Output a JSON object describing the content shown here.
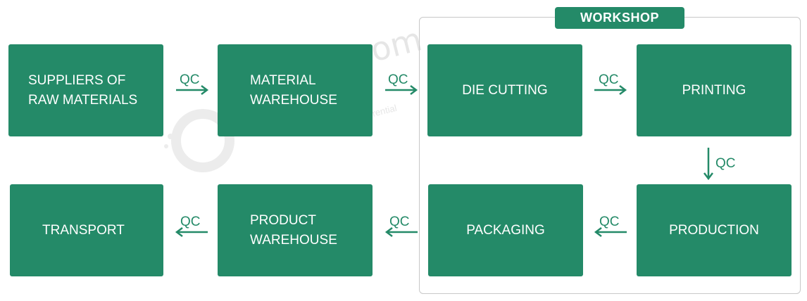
{
  "workshop": {
    "label": "WORKSHOP"
  },
  "steps": {
    "suppliers": [
      "SUPPLIERS OF",
      "RAW MATERIALS"
    ],
    "material_warehouse": [
      "MATERIAL",
      "WAREHOUSE"
    ],
    "die_cutting": "DIE CUTTING",
    "printing": "PRINTING",
    "production": "PRODUCTION",
    "packaging": "PACKAGING",
    "product_warehouse": [
      "PRODUCT",
      "WAREHOUSE"
    ],
    "transport": "TRANSPORT"
  },
  "connector_label": "QC",
  "watermark": {
    "brand": "adnose.com",
    "tagline": "There are preferential"
  },
  "colors": {
    "accent": "#248a68",
    "frame": "#c8c8c8",
    "watermark": "#e6e6e6"
  }
}
